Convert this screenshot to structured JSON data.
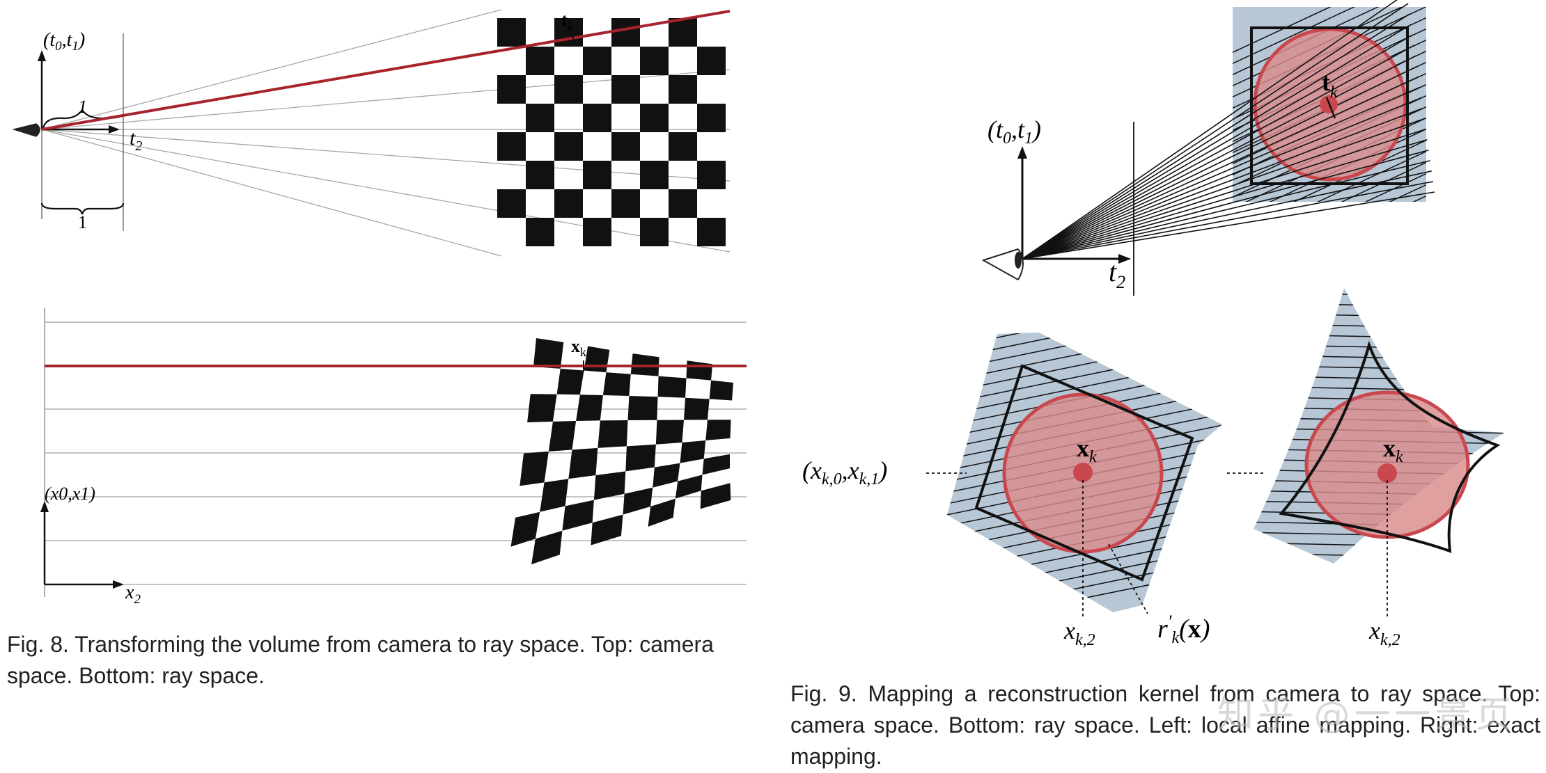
{
  "fig8": {
    "top": {
      "axis_label": "(t0,t1)",
      "axis_label_sub": [
        "0",
        "1"
      ],
      "t2_label": "t",
      "t2_sub": "2",
      "brace_one_upper": "1",
      "brace_one_lower": "1",
      "tk_label": "t",
      "tk_sub": "k"
    },
    "bottom": {
      "axis_label": "(x0,x1)",
      "x2_label": "x",
      "x2_sub": "2",
      "xk_label": "x",
      "xk_sub": "k"
    },
    "caption": "Fig. 8. Transforming the volume from camera to ray space. Top: camera space. Bottom: ray space."
  },
  "fig9": {
    "top": {
      "axis_label": "(t0,t1)",
      "t2_label": "t",
      "t2_sub": "2",
      "tk_label": "t",
      "tk_sub": "k"
    },
    "bottom": {
      "left_axis_label": "(xk,0,xk,1)",
      "xk_label": "x",
      "xk_sub": "k",
      "xk2_label": "x",
      "xk2_sub": "k,2",
      "rk_label": "r′k(x)"
    },
    "caption": "Fig. 9. Mapping a reconstruction kernel from camera to ray space. Top: camera space. Bottom: ray space. Left: local affine mapping. Right: exact mapping."
  },
  "watermark": "知乎 @一一景页",
  "colors": {
    "ray_red": "#a8232b",
    "kernel_fill": "#d98b8b",
    "kernel_stroke": "#c9484e",
    "space_fill": "#b7c7d6",
    "checker": "#111111",
    "guide_gray": "#a0a0a0"
  }
}
